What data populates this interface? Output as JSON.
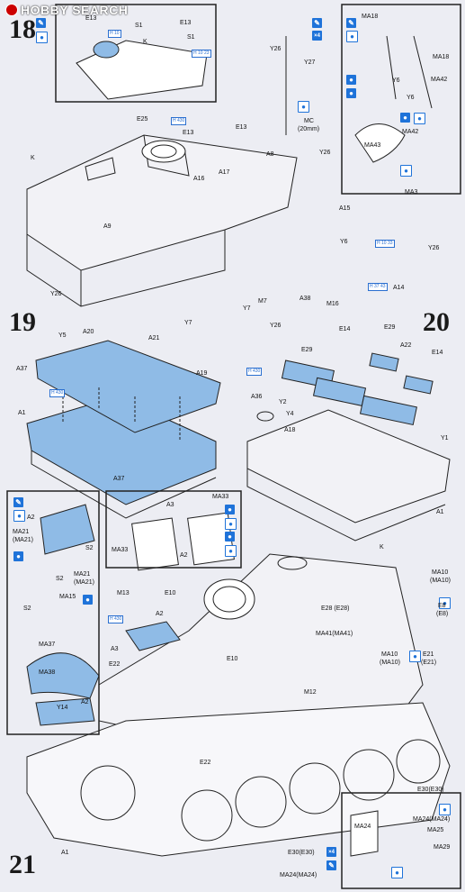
{
  "watermark": "HOBBY SEARCH",
  "steps": {
    "s18": "18",
    "s19": "19",
    "s20": "20",
    "s21": "21"
  },
  "labels": {
    "E13a": "E13",
    "E13b": "E13",
    "S1a": "S1",
    "S1b": "S1",
    "K18top": "K",
    "E13c": "E13",
    "E13d": "E13",
    "E25": "E25",
    "K18": "K",
    "A17": "A17",
    "A16": "A16",
    "A8": "A8",
    "Y26a": "Y26",
    "A15": "A15",
    "A9": "A9",
    "Y6b": "Y6",
    "Y26b": "Y26",
    "A14": "A14",
    "A38": "A38",
    "M16": "M16",
    "M7": "M7",
    "Y7a": "Y7",
    "Y7b": "Y7",
    "Y26c": "Y26",
    "Y26d": "Y26",
    "Y26top": "Y26",
    "Y27": "Y27",
    "MC": "MC",
    "MC20": "(20mm)",
    "MA18a": "MA18",
    "MA18b": "MA18",
    "Y6a": "Y6",
    "MA42a": "MA42",
    "Y6c": "Y6",
    "MA43": "MA43",
    "MA42b": "MA42",
    "MA3": "MA3",
    "A20": "A20",
    "Y5": "Y5",
    "A21": "A21",
    "A19": "A19",
    "A37a": "A37",
    "A1a": "A1",
    "A37b": "A37",
    "E29a": "E29",
    "E14a": "E14",
    "E29b": "E29",
    "A22": "A22",
    "E14b": "E14",
    "A36": "A36",
    "Y2": "Y2",
    "Y4": "Y4",
    "Y1": "Y1",
    "A18": "A18",
    "A1b": "A1",
    "A2a": "A2",
    "MA21a": "MA21",
    "MA21b": "(MA21)",
    "S2a": "S2",
    "MA21c": "MA21",
    "MA21d": "(MA21)",
    "S2b": "S2",
    "S2c": "S2",
    "MA15": "MA15",
    "MA37": "MA37",
    "MA38": "MA38",
    "Y14": "Y14",
    "A2b": "A2",
    "A3a": "A3",
    "MA33a": "MA33",
    "MA33b": "MA33",
    "A2c": "A2",
    "K21": "K",
    "M13": "M13",
    "E10a": "E10",
    "A2d": "A2",
    "A3b": "A3",
    "E22a": "E22",
    "E10b": "E10",
    "E22b": "E22",
    "A1c": "A1",
    "M12": "M12",
    "E28": "E28 (E28)",
    "MA41": "MA41(MA41)",
    "MA10a": "MA10",
    "MA10b": "(MA10)",
    "E8": "E8",
    "E8b": "(E8)",
    "MA10c": "MA10",
    "MA10d": "(MA10)",
    "E21": "E21",
    "E21b": "(E21)",
    "E30a": "E30(E30)",
    "MA24a": "MA24(MA24)",
    "E30b": "E30(E30)",
    "MA24b": "MA24(MA24)",
    "MA24c": "MA24",
    "MA25": "MA25",
    "MA29": "MA29"
  },
  "ref_badges": {
    "r1": "H 10",
    "r2": "H 10 23",
    "r3": "H 430",
    "r4": "H 10 33",
    "r5": "H 37 43",
    "r6": "H 430",
    "r7": "H 430",
    "r8": "H 430"
  },
  "icon_glyphs": {
    "x4": "×4",
    "drop": "●",
    "brush": "✎"
  },
  "colors": {
    "part_highlight": "#8fbbe6",
    "icon_blue": "#1f73d9",
    "line": "#222222"
  }
}
